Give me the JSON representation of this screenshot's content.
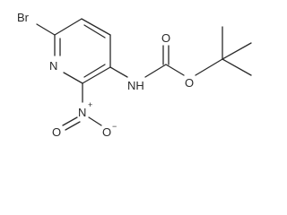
{
  "molecule": {
    "atoms": {
      "bromine": "Br",
      "ring_nitrogen": "N",
      "amide_nitrogen": "NH",
      "carbonyl_oxygen": "O",
      "ester_oxygen": "O",
      "nitro_nitrogen": "N",
      "nitro_charge": "+",
      "nitro_oxygen_left": "O",
      "nitro_oxygen_right": "O",
      "nitro_oxygen_charge": "−"
    }
  }
}
